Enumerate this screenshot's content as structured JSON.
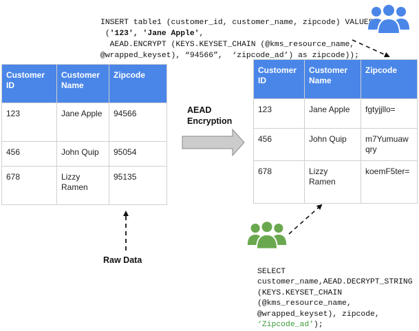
{
  "insert_code": {
    "line1": "INSERT table1 (customer_id, customer_name, zipcode) VALUES",
    "line2_pre": " (",
    "line2_bold": "'123', 'Jane Apple'",
    "line2_post": ",",
    "line3": "  AEAD.ENCRYPT (KEYS.KEYSET_CHAIN (@kms_resource_name,",
    "line4": "@wrapped_keyset), “94566”,  ‘zipcode_ad’) as zipcode));"
  },
  "select_code": {
    "line1": "SELECT",
    "line2": "customer_name,AEAD.DECRYPT_STRING",
    "line3": "(KEYS.KEYSET_CHAIN",
    "line4": "(@kms_resource_name,",
    "line5": "@wrapped_keyset), zipcode,",
    "line6_green": "‘Zipcode_ad’",
    "line6_post": ");"
  },
  "raw_table": {
    "headers": [
      "Customer ID",
      "Customer Name",
      "Zipcode"
    ],
    "rows": [
      [
        "123",
        "Jane Apple",
        "94566"
      ],
      [
        "456",
        "John Quip",
        "95054"
      ],
      [
        "678",
        "Lizzy Ramen",
        "95135"
      ]
    ]
  },
  "encrypted_table": {
    "headers": [
      "Customer ID",
      "Customer Name",
      "Zipcode"
    ],
    "rows": [
      [
        "123",
        "Jane Apple",
        "fgtyjjllo="
      ],
      [
        "456",
        "John Quip",
        "m7Yumuawqry"
      ],
      [
        "678",
        "Lizzy Ramen",
        "koemF5ter="
      ]
    ]
  },
  "labels": {
    "aead_encryption": "AEAD Encryption",
    "raw_data": "Raw Data"
  },
  "icons": {
    "blue_users": "users-group-icon",
    "green_users": "users-group-icon"
  },
  "colors": {
    "header_blue": "#4a86e8",
    "users_blue": "#4a86e8",
    "users_green": "#6aa84f",
    "arrow_gray": "#cccccc"
  }
}
